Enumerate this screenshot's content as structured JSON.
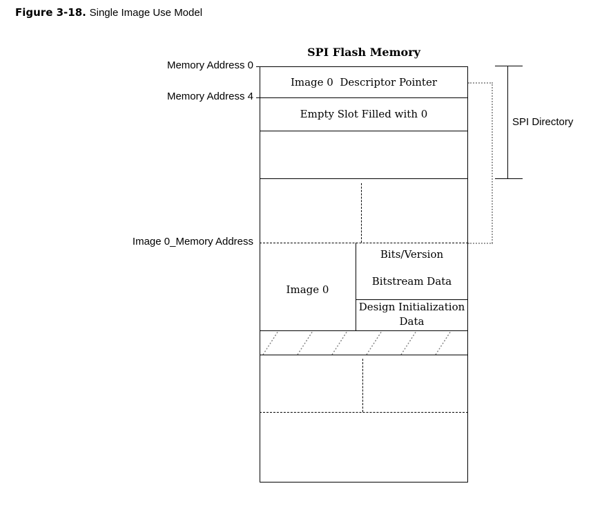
{
  "figure": {
    "label": "Figure 3-18.",
    "title": "Single Image Use Model"
  },
  "diagram": {
    "memory_title": "SPI Flash Memory",
    "rows": [
      {
        "id": "descriptor-pointer",
        "text": "Image 0  Descriptor Pointer"
      },
      {
        "id": "empty-slot",
        "text": "Empty Slot Filled with 0"
      },
      {
        "id": "blank-slot",
        "text": ""
      }
    ],
    "image_cell": {
      "label": "Image 0",
      "sub_cells": [
        {
          "id": "bits-version",
          "text": "Bits/Version"
        },
        {
          "id": "bitstream-data",
          "text": "Bitstream Data"
        },
        {
          "id": "design-init-data",
          "text": "Design Initialization Data"
        }
      ]
    },
    "address_labels": [
      {
        "id": "memory-address-0",
        "text": "Memory Address 0"
      },
      {
        "id": "memory-address-4",
        "text": "Memory Address 4"
      },
      {
        "id": "image-0-memory-address",
        "text": "Image 0_Memory Address"
      }
    ],
    "annotations": [
      {
        "id": "spi-directory",
        "text": "SPI Directory"
      }
    ],
    "colors": {
      "stroke": "#000000",
      "pointer_line": "#9a9a9a",
      "background": "#ffffff"
    }
  }
}
